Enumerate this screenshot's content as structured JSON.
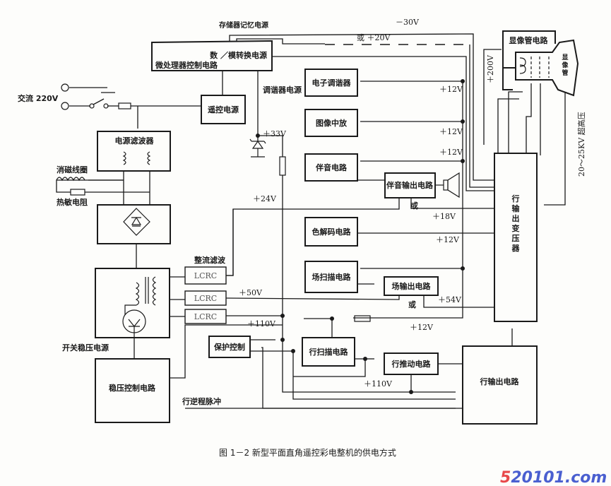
{
  "figure": {
    "caption": "图 1－2   新型平面直角遥控彩电整机的供电方式",
    "watermark": "520101.com",
    "watermark_colors": {
      "prefix": "#e8484a",
      "rest": "#4a5fd0"
    }
  },
  "blocks": {
    "mcu_line1": "数 ／模转换电源",
    "mcu_line2": "微处理器控制电路",
    "remote_power": "遥控电源",
    "power_filter": "电源滤波器",
    "electronic_tuner": "电子调谐器",
    "video_if": "图像中放",
    "audio_circuit": "伴音电路",
    "audio_output": "伴音输出电路",
    "color_decoder": "色解码电路",
    "field_scan": "场扫描电路",
    "field_output": "场输出电路",
    "protection": "保护控制",
    "line_scan": "行扫描电路",
    "line_driver": "行推动电路",
    "line_output": "行输出电路",
    "regulator_control": "稳压控制电路",
    "flyback_transformer": "行输出变压器",
    "crt_circuit": "显像管电路",
    "crt": "显像管",
    "lcrc_1": "LCRC",
    "lcrc_2": "LCRC",
    "lcrc_3": "LCRC"
  },
  "labels": {
    "memory_power": "存储器记忆电源",
    "minus_30v": "－30V",
    "or_20v": "或 ＋20V",
    "ac_220v": "交流 220V",
    "tuner_power": "调谐器电源",
    "plus_33v": "＋33V",
    "degauss_coil": "消磁线圈",
    "thermistor": "热敏电阻",
    "plus_24v": "＋24V",
    "rectifier_filter": "整流滤波",
    "plus_50v": "＋50V",
    "plus_110v_left": "＋110V",
    "smps": "开关稳压电源",
    "flyback_pulse": "行逆程脉冲",
    "v12_tuner": "＋12V",
    "v12_if": "＋12V",
    "v12_audio": "＋12V",
    "or_audio": "或",
    "v18": "＋18V",
    "v12_decoder": "＋12V",
    "or_field": "或",
    "v54": "＋54V",
    "v12_scan": "＋12V",
    "v110_driver": "＋110V",
    "v200": "＋200V",
    "hv": "20～25KV 超高压"
  }
}
